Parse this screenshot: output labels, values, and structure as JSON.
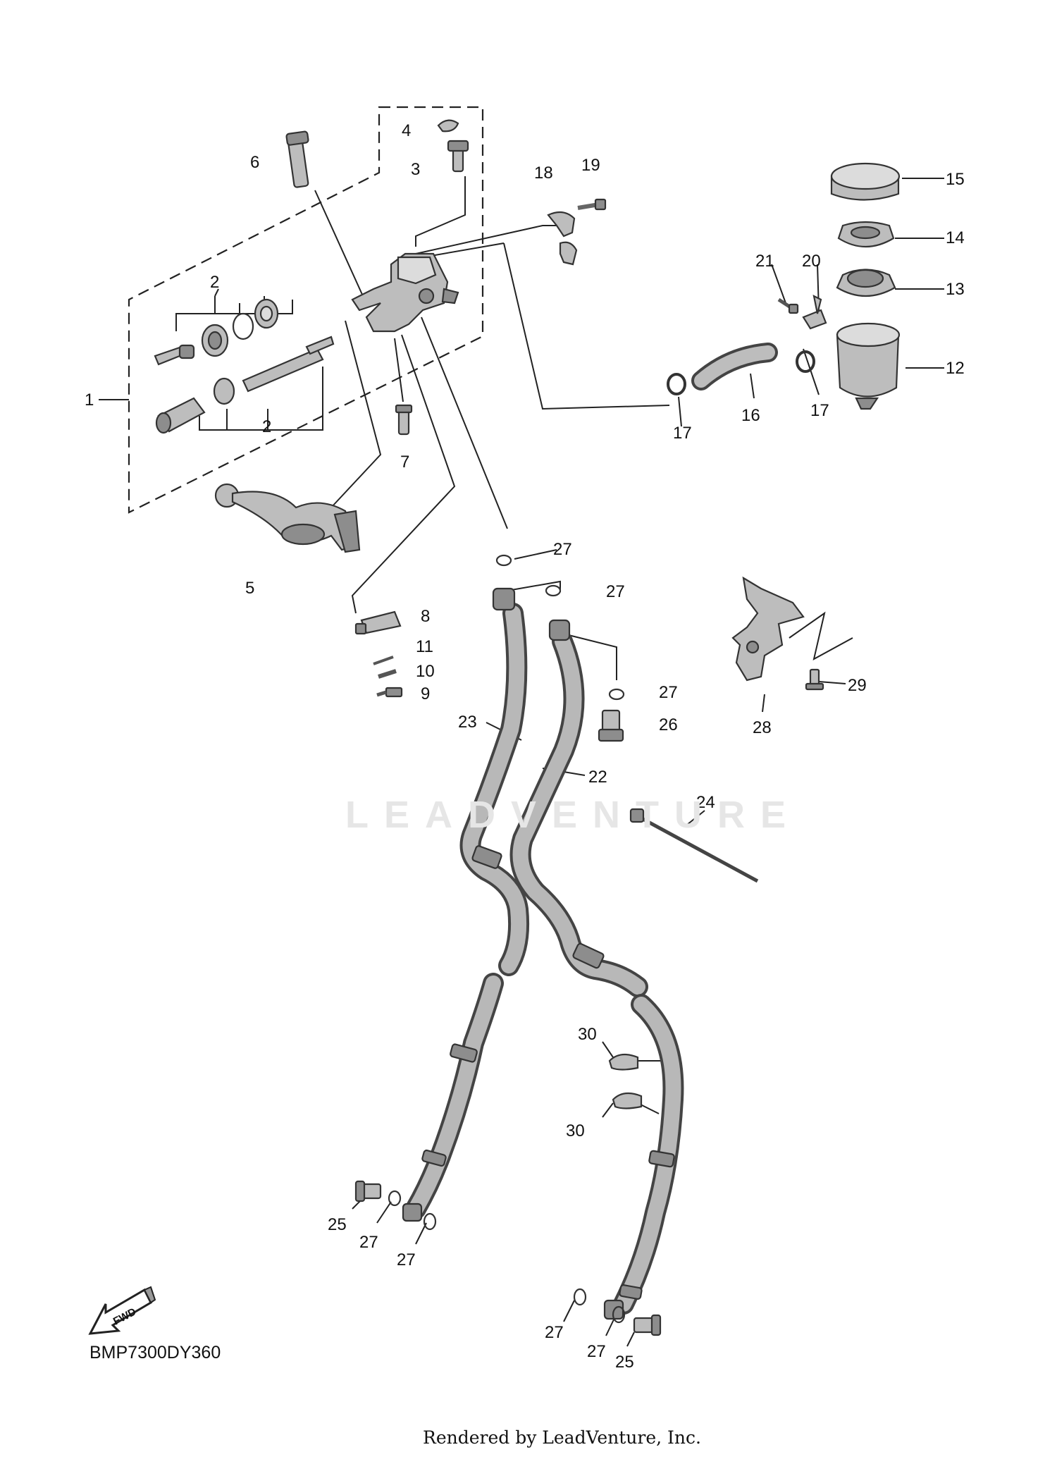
{
  "diagram_code": "BMP7300DY360",
  "footer": "Rendered by LeadVenture, Inc.",
  "watermark": "LEADVENTURE",
  "fwd_label": "FWD",
  "callouts": {
    "c1": "1",
    "c2a": "2",
    "c2b": "2",
    "c3": "3",
    "c4": "4",
    "c5": "5",
    "c6": "6",
    "c7": "7",
    "c8": "8",
    "c9": "9",
    "c10": "10",
    "c11": "11",
    "c12": "12",
    "c13": "13",
    "c14": "14",
    "c15": "15",
    "c16": "16",
    "c17a": "17",
    "c17b": "17",
    "c18": "18",
    "c19": "19",
    "c20": "20",
    "c21": "21",
    "c22": "22",
    "c23": "23",
    "c24": "24",
    "c25a": "25",
    "c25b": "25",
    "c26": "26",
    "c27a": "27",
    "c27b": "27",
    "c27c": "27",
    "c27d": "27",
    "c27e": "27",
    "c27f": "27",
    "c27g": "27",
    "c28": "28",
    "c29": "29",
    "c30a": "30",
    "c30b": "30"
  }
}
